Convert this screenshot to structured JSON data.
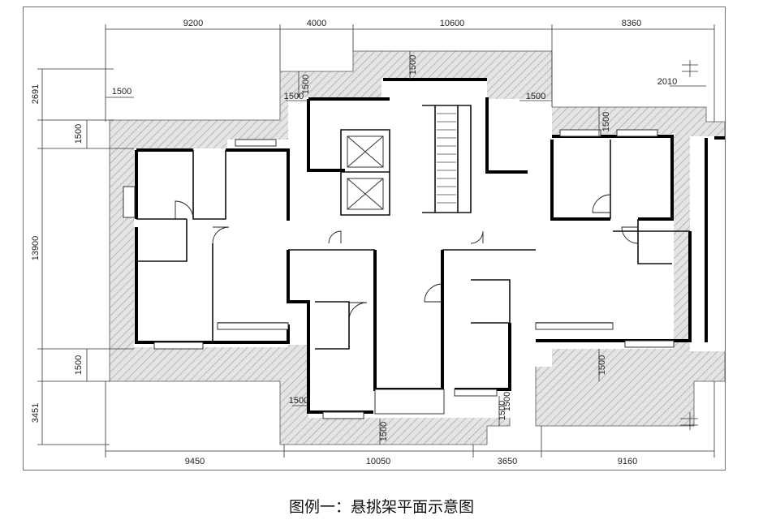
{
  "caption": "图例一：悬挑架平面示意图",
  "dimensions": {
    "top": [
      "9200",
      "4000",
      "10600",
      "8360"
    ],
    "bottom": [
      "9450",
      "10050",
      "3650",
      "9160"
    ],
    "left": [
      "2691",
      "1500",
      "13900",
      "1500",
      "3451"
    ],
    "inner": [
      "1500",
      "1500",
      "1500",
      "1500",
      "1500",
      "1500",
      "1500",
      "1500",
      "2010",
      "1500",
      "1500",
      "1500"
    ]
  }
}
